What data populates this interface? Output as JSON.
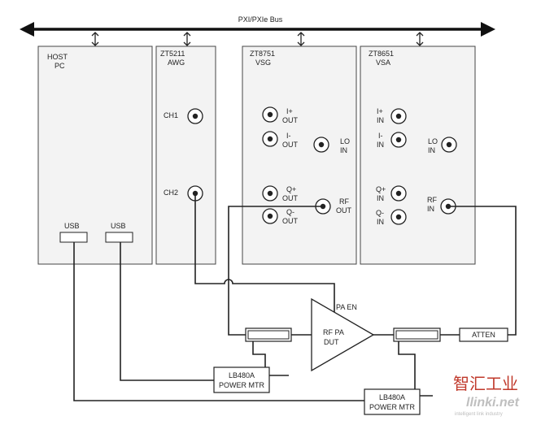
{
  "bus": {
    "label": "PXI/PXIe Bus"
  },
  "host": {
    "title1": "HOST",
    "title2": "PC",
    "usb1": "USB",
    "usb2": "USB"
  },
  "awg": {
    "title1": "ZT5211",
    "title2": "AWG",
    "ch1": "CH1",
    "ch2": "CH2"
  },
  "vsg": {
    "title1": "ZT8751",
    "title2": "VSG",
    "i_plus_1": "I+",
    "i_plus_2": "OUT",
    "i_minus_1": "I-",
    "i_minus_2": "OUT",
    "q_plus_1": "Q+",
    "q_plus_2": "OUT",
    "q_minus_1": "Q-",
    "q_minus_2": "OUT",
    "lo_1": "LO",
    "lo_2": "IN",
    "rf_1": "RF",
    "rf_2": "OUT"
  },
  "vsa": {
    "title1": "ZT8651",
    "title2": "VSA",
    "i_plus_1": "I+",
    "i_plus_2": "IN",
    "i_minus_1": "I-",
    "i_minus_2": "IN",
    "q_plus_1": "Q+",
    "q_plus_2": "IN",
    "q_minus_1": "Q-",
    "q_minus_2": "IN",
    "lo_1": "LO",
    "lo_2": "IN",
    "rf_1": "RF",
    "rf_2": "IN"
  },
  "dut": {
    "line1": "RF PA",
    "line2": "DUT",
    "enable": "PA EN"
  },
  "atten": {
    "label": "ATTEN"
  },
  "pm1": {
    "line1": "LB480A",
    "line2": "POWER MTR"
  },
  "pm2": {
    "line1": "LB480A",
    "line2": "POWER MTR"
  },
  "watermark": {
    "cn": "智汇工业",
    "en": "llinki.net",
    "tag": "intelligent link industry"
  }
}
